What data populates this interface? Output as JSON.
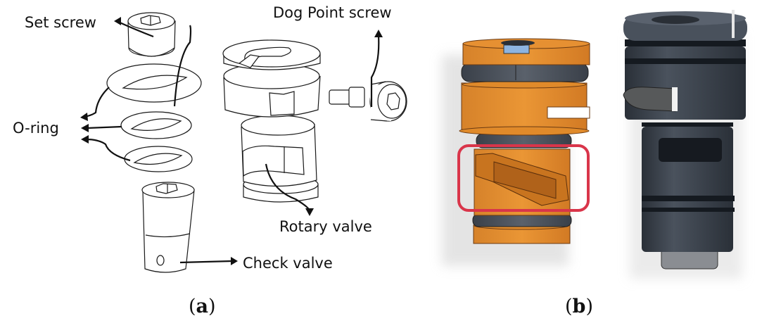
{
  "figure": {
    "panel_a": {
      "caption_open": "(",
      "caption_letter": "a",
      "caption_close": ")",
      "labels": {
        "set_screw": "Set screw",
        "o_ring": "O-ring",
        "dog_point_screw": "Dog Point screw",
        "rotary_valve": "Rotary valve",
        "check_valve": "Check valve"
      }
    },
    "panel_b": {
      "caption_open": "(",
      "caption_letter": "b",
      "caption_close": ")",
      "cad_render": "CAD model of rotary valve (orange) with highlighted helical slot",
      "photo": "Photograph of fabricated rotary valve (dark grey)"
    },
    "colors": {
      "line": "#1a1a1a",
      "cad_orange": "#e08a2a",
      "cad_orange_dark": "#b8641a",
      "oring_grey": "#4a5058",
      "highlight_red": "#d9354a",
      "photo_dark": "#3c4450",
      "photo_darker": "#1e232b",
      "insert_blue": "#8db4e0"
    }
  }
}
